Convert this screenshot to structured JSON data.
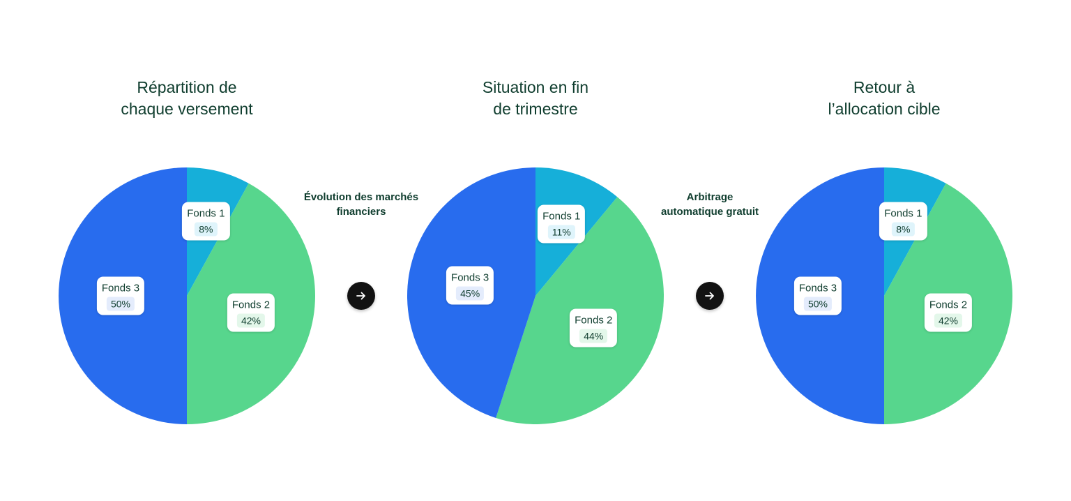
{
  "colors": {
    "fonds1": "#16AFD9",
    "fonds2": "#57D68D",
    "fonds3": "#286CEE"
  },
  "connectors": [
    {
      "lines": [
        "Évolution des marchés",
        "financiers"
      ],
      "icon": "arrow-right-icon"
    },
    {
      "lines": [
        "Arbitrage",
        "automatique gratuit"
      ],
      "icon": "arrow-right-icon"
    }
  ],
  "chart_data": [
    {
      "type": "pie",
      "title_lines": [
        "Répartition de",
        "chaque versement"
      ],
      "slices": [
        {
          "name": "Fonds 1",
          "value": 8,
          "label": "8%"
        },
        {
          "name": "Fonds 2",
          "value": 42,
          "label": "42%"
        },
        {
          "name": "Fonds 3",
          "value": 50,
          "label": "50%"
        }
      ]
    },
    {
      "type": "pie",
      "title_lines": [
        "Situation en fin",
        "de trimestre"
      ],
      "slices": [
        {
          "name": "Fonds 1",
          "value": 11,
          "label": "11%"
        },
        {
          "name": "Fonds 2",
          "value": 44,
          "label": "44%"
        },
        {
          "name": "Fonds 3",
          "value": 45,
          "label": "45%"
        }
      ]
    },
    {
      "type": "pie",
      "title_lines": [
        "Retour à",
        "l’allocation cible"
      ],
      "slices": [
        {
          "name": "Fonds 1",
          "value": 8,
          "label": "8%"
        },
        {
          "name": "Fonds 2",
          "value": 42,
          "label": "42%"
        },
        {
          "name": "Fonds 3",
          "value": 50,
          "label": "50%"
        }
      ]
    }
  ]
}
